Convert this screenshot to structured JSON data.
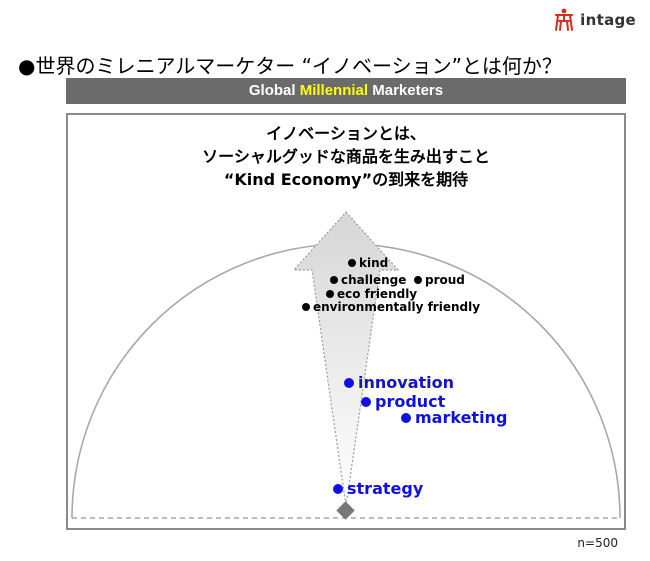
{
  "brand": {
    "name": "intage"
  },
  "title": "●世界のミレニアルマーケター “イノベーション”とは何か？",
  "banner": {
    "prefix": "Global ",
    "highlight": "Millennial",
    "suffix": " Marketers"
  },
  "headline": {
    "line1": "イノベーションとは、",
    "line2": "ソーシャルグッドな商品を生み出すこと",
    "line3": "“Kind Economy”の到来を期待"
  },
  "keywords": {
    "kind": "kind",
    "challenge": "challenge",
    "proud": "proud",
    "eco_friendly": "eco friendly",
    "environmentally_friendly": "environmentally friendly",
    "innovation": "innovation",
    "product": "product",
    "marketing": "marketing",
    "strategy": "strategy"
  },
  "colors": {
    "accent_blue": "#1010e0",
    "banner_gray": "#6b6b6b",
    "highlight_yellow": "#ffff00",
    "brand_red": "#d62b1e"
  },
  "sample_size": "n=500"
}
